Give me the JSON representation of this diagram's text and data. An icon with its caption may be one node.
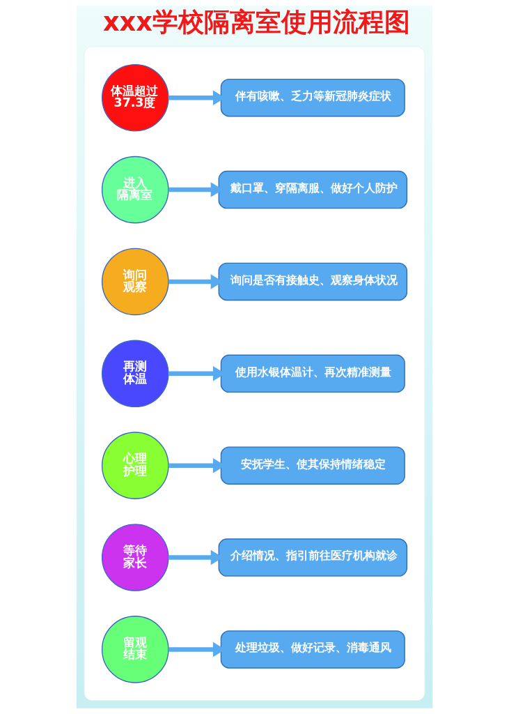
{
  "diagram": {
    "title": "xxx学校隔离室使用流程图",
    "nodes": [
      {
        "text": [],
        "shape": "box"
      },
      {
        "text": [
          "体温超过37.3度"
        ],
        "in": 0
      },
      {
        "text": [
          "伴有咳嗽、乏力等新冠肺炎症状"
        ],
        "in": 0
      },
      {
        "text": [
          "进入隔离室"
        ],
        "in": 0
      },
      {
        "text": [
          "戴口罩、穿隔离服、做好个人防护"
        ],
        "in": 0
      },
      {
        "text": [
          "询问观察"
        ],
        "in": 0
      },
      {
        "text": [
          "询问是否有接触史、观察身体状况"
        ],
        "in": 0
      },
      {
        "text": [
          "再测体温"
        ],
        "in": 0
      },
      {
        "text": [
          "使用水银体温计、再次精准测量"
        ],
        "in": 0
      },
      {
        "text": [
          "心理护理"
        ],
        "in": 0
      },
      {
        "text": [
          "安抚学生、使其保持情绪稳定"
        ],
        "in": 0
      },
      {
        "text": [
          "等待家长"
        ],
        "in": 0
      },
      {
        "text": [
          "介绍情况、指引前往医疗机构就诊"
        ],
        "in": 0
      },
      {
        "text": [
          "留观结束"
        ],
        "in": 0
      },
      {
        "text": [
          "处理垃圾、做好记录、消毒通风"
        ],
        "in": 0
      }
    ],
    "edges": [
      {
        "from": 1,
        "to": 2,
        "arrow": "to"
      },
      {
        "from": 3,
        "to": 4,
        "arrow": "to"
      },
      {
        "from": 5,
        "to": 6,
        "arrow": "to"
      },
      {
        "from": 7,
        "to": 8,
        "arrow": "to"
      },
      {
        "from": 9,
        "to": 10,
        "arrow": "to"
      },
      {
        "from": 11,
        "to": 12,
        "arrow": "to"
      },
      {
        "from": 13,
        "to": 14,
        "arrow": "to"
      }
    ]
  }
}
